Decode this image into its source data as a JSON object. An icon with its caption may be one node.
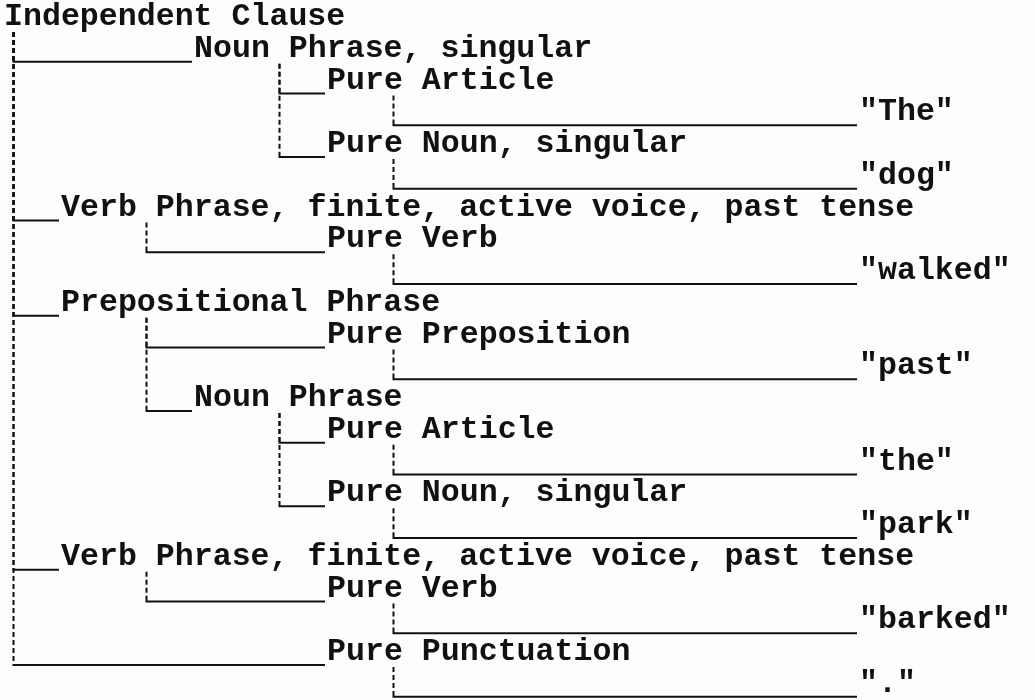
{
  "diagram": {
    "nodes": [
      {
        "text": [
          "Independent Clause"
        ]
      },
      {
        "text": [
          "Noun Phrase, singular"
        ]
      },
      {
        "text": [
          "Pure Article"
        ]
      },
      {
        "text": [
          "\"The\""
        ]
      },
      {
        "text": [
          "Pure Noun, singular"
        ]
      },
      {
        "text": [
          "\"dog\""
        ]
      },
      {
        "text": [
          "Verb Phrase, finite, active voice, past tense"
        ]
      },
      {
        "text": [
          "Pure Verb"
        ]
      },
      {
        "text": [
          "\"walked\""
        ]
      },
      {
        "text": [
          "Prepositional Phrase"
        ]
      },
      {
        "text": [
          "Pure Preposition"
        ]
      },
      {
        "text": [
          "\"past\""
        ]
      },
      {
        "text": [
          "Noun Phrase"
        ]
      },
      {
        "text": [
          "Pure Article"
        ]
      },
      {
        "text": [
          "\"the\""
        ]
      },
      {
        "text": [
          "Pure Noun, singular"
        ]
      },
      {
        "text": [
          "\"park\""
        ]
      },
      {
        "text": [
          "Verb Phrase, finite, active voice, past tense"
        ]
      },
      {
        "text": [
          "Pure Verb"
        ]
      },
      {
        "text": [
          "\"barked\""
        ]
      },
      {
        "text": [
          "Pure Punctuation"
        ]
      },
      {
        "text": [
          "\".\""
        ]
      }
    ],
    "edges": [
      {
        "from": 0,
        "to": 1,
        "arrow": "none"
      },
      {
        "from": 1,
        "to": 2,
        "arrow": "none"
      },
      {
        "from": 2,
        "to": 3,
        "arrow": "none"
      },
      {
        "from": 1,
        "to": 4,
        "arrow": "none"
      },
      {
        "from": 4,
        "to": 5,
        "arrow": "none"
      },
      {
        "from": 0,
        "to": 6,
        "arrow": "none"
      },
      {
        "from": 6,
        "to": 7,
        "arrow": "none"
      },
      {
        "from": 7,
        "to": 8,
        "arrow": "none"
      },
      {
        "from": 0,
        "to": 9,
        "arrow": "none"
      },
      {
        "from": 9,
        "to": 10,
        "arrow": "none"
      },
      {
        "from": 10,
        "to": 11,
        "arrow": "none"
      },
      {
        "from": 9,
        "to": 12,
        "arrow": "none"
      },
      {
        "from": 12,
        "to": 13,
        "arrow": "none"
      },
      {
        "from": 13,
        "to": 14,
        "arrow": "none"
      },
      {
        "from": 12,
        "to": 15,
        "arrow": "none"
      },
      {
        "from": 15,
        "to": 16,
        "arrow": "none"
      },
      {
        "from": 0,
        "to": 17,
        "arrow": "none"
      },
      {
        "from": 17,
        "to": 18,
        "arrow": "none"
      },
      {
        "from": 18,
        "to": 19,
        "arrow": "none"
      },
      {
        "from": 0,
        "to": 20,
        "arrow": "none"
      },
      {
        "from": 20,
        "to": 21,
        "arrow": "none"
      }
    ]
  }
}
